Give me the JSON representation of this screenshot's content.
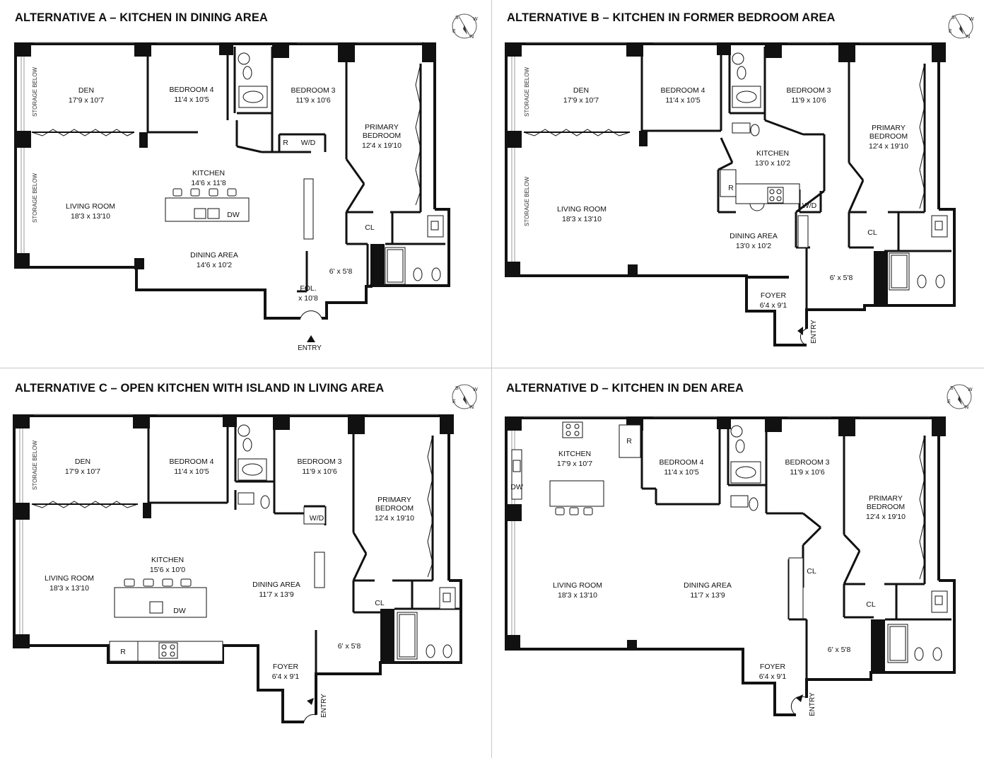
{
  "panels": [
    {
      "title": "ALTERNATIVE A – KITCHEN IN DINING AREA",
      "rooms": {
        "den": {
          "name": "DEN",
          "dims": "17'9 x 10'7"
        },
        "bedroom4": {
          "name": "BEDROOM 4",
          "dims": "11'4 x 10'5"
        },
        "bedroom3": {
          "name": "BEDROOM 3",
          "dims": "11'9 x 10'6"
        },
        "primary": {
          "name1": "PRIMARY",
          "name2": "BEDROOM",
          "dims": "12'4 x 19'10"
        },
        "kitchen": {
          "name": "KITCHEN",
          "dims": "14'6 x 11'8"
        },
        "living": {
          "name": "LIVING ROOM",
          "dims": "18'3 x 13'10"
        },
        "dining": {
          "name": "DINING AREA",
          "dims": "14'6 x 10'2"
        },
        "foyer": {
          "name": "FOL.",
          "dims": "x 10'8"
        },
        "hall": {
          "dims": "6' x 5'8"
        }
      },
      "labels": {
        "r": "R",
        "wd": "W/D",
        "cl": "CL",
        "dw": "DW",
        "entry": "ENTRY",
        "storage": "STORAGE BELOW"
      }
    },
    {
      "title": "ALTERNATIVE B – KITCHEN IN FORMER BEDROOM AREA",
      "rooms": {
        "den": {
          "name": "DEN",
          "dims": "17'9 x 10'7"
        },
        "bedroom4": {
          "name": "BEDROOM 4",
          "dims": "11'4 x 10'5"
        },
        "bedroom3": {
          "name": "BEDROOM 3",
          "dims": "11'9 x 10'6"
        },
        "primary": {
          "name1": "PRIMARY",
          "name2": "BEDROOM",
          "dims": "12'4 x 19'10"
        },
        "kitchen": {
          "name": "KITCHEN",
          "dims": "13'0 x 10'2"
        },
        "living": {
          "name": "LIVING ROOM",
          "dims": "18'3 x 13'10"
        },
        "dining": {
          "name": "DINING AREA",
          "dims": "13'0 x 10'2"
        },
        "foyer": {
          "name": "FOYER",
          "dims": "6'4 x 9'1"
        },
        "hall": {
          "dims": "6' x 5'8"
        }
      },
      "labels": {
        "r": "R",
        "wd": "W/D",
        "cl": "CL",
        "entry": "ENTRY",
        "storage": "STORAGE BELOW"
      }
    },
    {
      "title": "ALTERNATIVE C – OPEN KITCHEN WITH ISLAND IN LIVING AREA",
      "rooms": {
        "den": {
          "name": "DEN",
          "dims": "17'9 x 10'7"
        },
        "bedroom4": {
          "name": "BEDROOM 4",
          "dims": "11'4 x 10'5"
        },
        "bedroom3": {
          "name": "BEDROOM 3",
          "dims": "11'9 x 10'6"
        },
        "primary": {
          "name1": "PRIMARY",
          "name2": "BEDROOM",
          "dims": "12'4 x 19'10"
        },
        "kitchen": {
          "name": "KITCHEN",
          "dims": "15'6 x 10'0"
        },
        "living": {
          "name": "LIVING ROOM",
          "dims": "18'3 x 13'10"
        },
        "dining": {
          "name": "DINING AREA",
          "dims": "11'7 x 13'9"
        },
        "foyer": {
          "name": "FOYER",
          "dims": "6'4 x 9'1"
        },
        "hall": {
          "dims": "6' x 5'8"
        }
      },
      "labels": {
        "r": "R",
        "wd": "W/D",
        "cl": "CL",
        "dw": "DW",
        "entry": "ENTRY",
        "storage": "STORAGE BELOW"
      }
    },
    {
      "title": "ALTERNATIVE D – KITCHEN IN DEN AREA",
      "rooms": {
        "kitchen": {
          "name": "KITCHEN",
          "dims": "17'9 x 10'7"
        },
        "bedroom4": {
          "name": "BEDROOM 4",
          "dims": "11'4 x 10'5"
        },
        "bedroom3": {
          "name": "BEDROOM 3",
          "dims": "11'9 x 10'6"
        },
        "primary": {
          "name1": "PRIMARY",
          "name2": "BEDROOM",
          "dims": "12'4 x 19'10"
        },
        "living": {
          "name": "LIVING ROOM",
          "dims": "18'3 x 13'10"
        },
        "dining": {
          "name": "DINING AREA",
          "dims": "11'7 x 13'9"
        },
        "foyer": {
          "name": "FOYER",
          "dims": "6'4 x 9'1"
        },
        "hall": {
          "dims": "6' x 5'8"
        }
      },
      "labels": {
        "r": "R",
        "cl": "CL",
        "dw": "DW",
        "entry": "ENTRY"
      }
    }
  ],
  "compass": {
    "n": "N",
    "s": "S",
    "e": "E",
    "w": "W"
  }
}
